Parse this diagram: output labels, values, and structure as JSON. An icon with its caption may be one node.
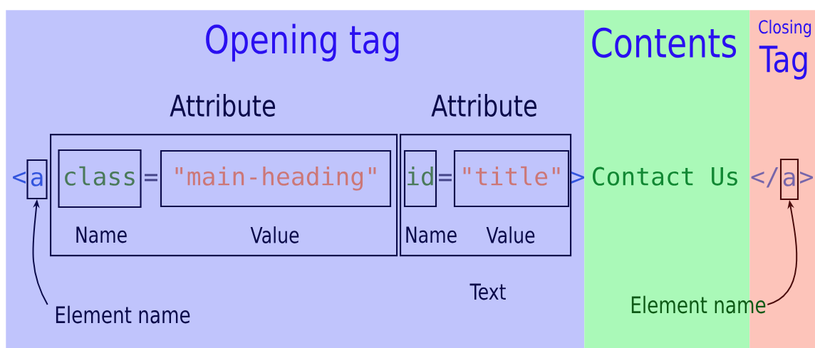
{
  "diagram": {
    "nodes": [
      {
        "text": [
          "Opening tag"
        ]
      },
      {
        "text": [
          "a"
        ],
        "in": 0
      },
      {
        "text": [
          "Attribute"
        ],
        "in": 0
      },
      {
        "text": [
          "class"
        ],
        "beside": [
          "Name"
        ],
        "in": 2
      },
      {
        "text": [
          "\"main-heading\""
        ],
        "beside": [
          "Value"
        ],
        "in": 2
      },
      {
        "text": [
          "Attribute"
        ],
        "in": 0
      },
      {
        "text": [
          "id"
        ],
        "beside": [
          "Name"
        ],
        "in": 5
      },
      {
        "text": [
          "\"title\""
        ],
        "beside": [
          "Value"
        ],
        "in": 5
      },
      {
        "text": [
          "Element name"
        ],
        "in": 0
      },
      {
        "text": [
          "Contents"
        ]
      },
      {
        "text": [
          "Closing",
          "Tag"
        ]
      },
      {
        "text": [
          "a"
        ],
        "in": 10
      },
      {
        "text": [
          "Element name"
        ]
      }
    ],
    "edges": [
      {
        "from": 8,
        "to": 1,
        "arrow": "to"
      },
      {
        "from": 12,
        "to": 11,
        "arrow": "to",
        "color": "#4a0a0a"
      }
    ],
    "labels": [
      "<",
      "=",
      "=",
      ">",
      "Contact Us",
      "</",
      ">",
      "Text"
    ]
  }
}
